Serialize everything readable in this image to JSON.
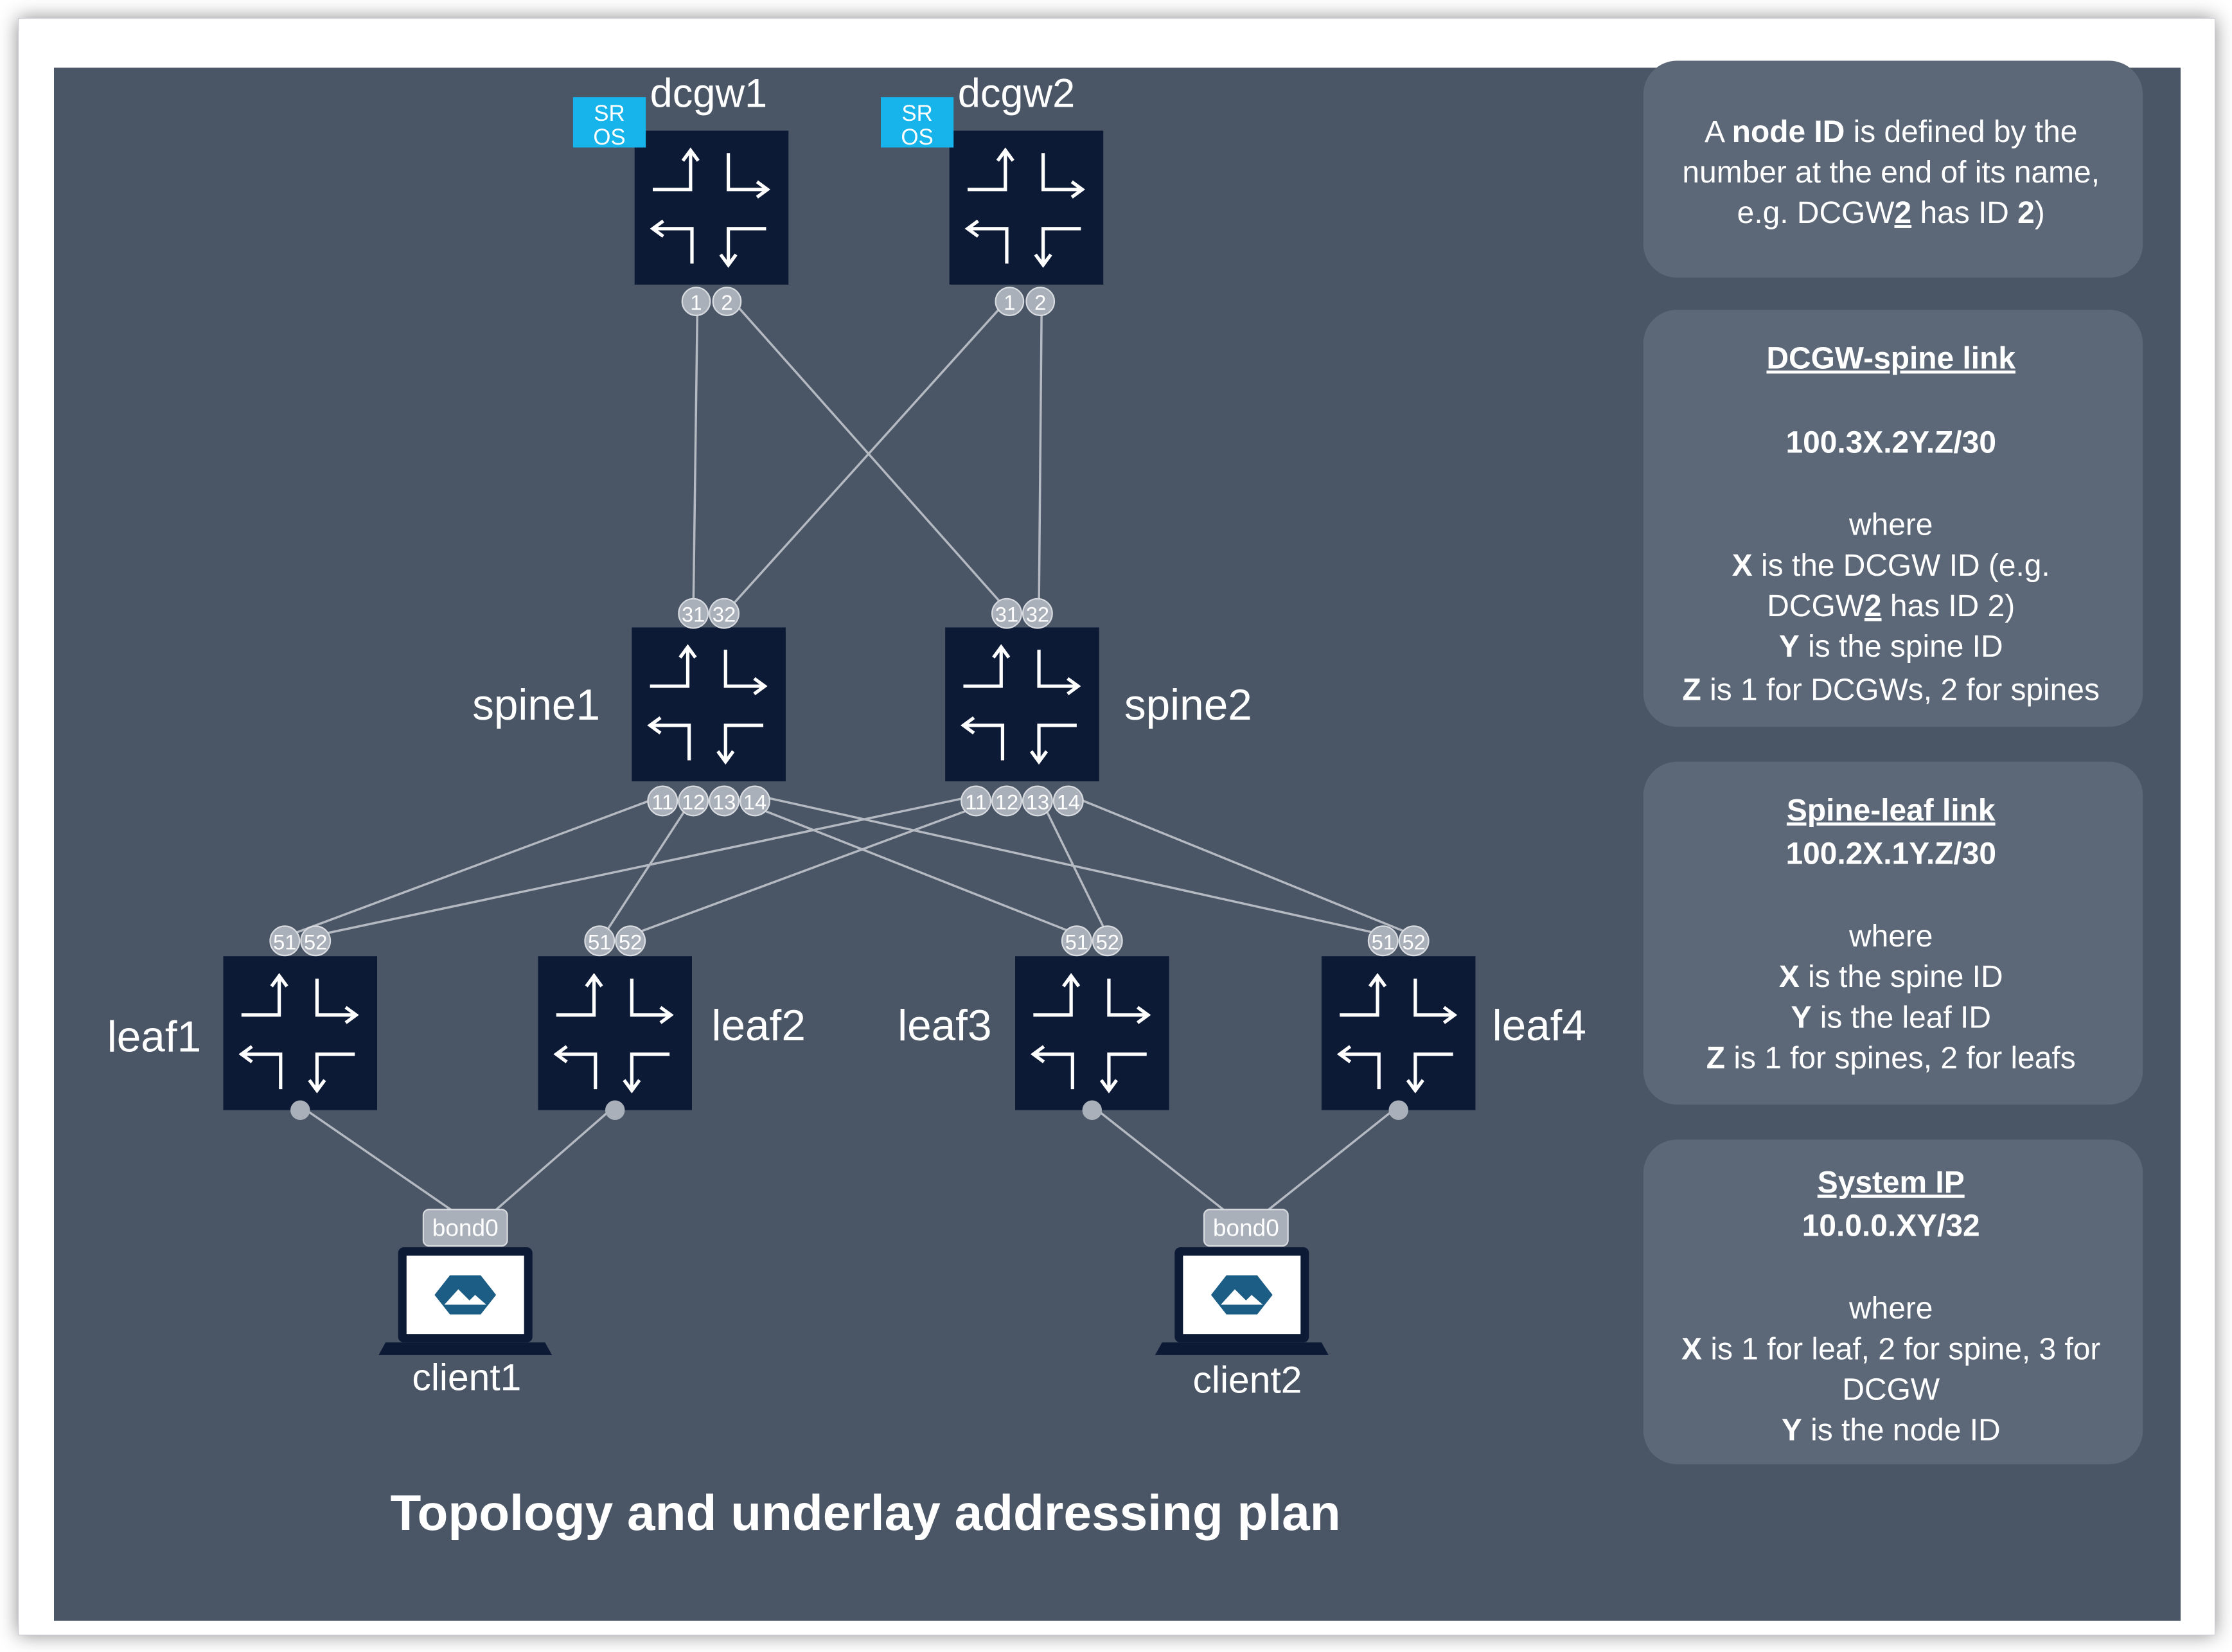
{
  "colors": {
    "background": "#4a5666",
    "node": "#0d1a36",
    "link": "#b4b9c2",
    "port": "#aab0b9",
    "badge": "#16b4ea",
    "panel": "#5c6877",
    "text": "#ffffff"
  },
  "title": "Topology and underlay addressing plan",
  "icons": {
    "router": "router-arrows-icon",
    "client": "laptop-icon",
    "os_badge": "sr-os-badge"
  },
  "nodes": {
    "dcgw1": {
      "name": "dcgw1",
      "badge_line1": "SR",
      "badge_line2": "OS",
      "ports": [
        "1",
        "2"
      ]
    },
    "dcgw2": {
      "name": "dcgw2",
      "badge_line1": "SR",
      "badge_line2": "OS",
      "ports": [
        "1",
        "2"
      ]
    },
    "spine1": {
      "name": "spine1",
      "up_ports": [
        "31",
        "32"
      ],
      "down_ports": [
        "11",
        "12",
        "13",
        "14"
      ]
    },
    "spine2": {
      "name": "spine2",
      "up_ports": [
        "31",
        "32"
      ],
      "down_ports": [
        "11",
        "12",
        "13",
        "14"
      ]
    },
    "leaf1": {
      "name": "leaf1",
      "ports": [
        "51",
        "52"
      ]
    },
    "leaf2": {
      "name": "leaf2",
      "ports": [
        "51",
        "52"
      ]
    },
    "leaf3": {
      "name": "leaf3",
      "ports": [
        "51",
        "52"
      ]
    },
    "leaf4": {
      "name": "leaf4",
      "ports": [
        "51",
        "52"
      ]
    },
    "client1": {
      "name": "client1",
      "bond": "bond0"
    },
    "client2": {
      "name": "client2",
      "bond": "bond0"
    }
  },
  "panels": {
    "node_id": {
      "l1_a": "A ",
      "l1_b": "node ID",
      "l1_c": " is defined by the",
      "l2": "number at the end of its name,",
      "l3_a": "e.g. DCGW",
      "l3_b": "2",
      "l3_c": " has ID ",
      "l3_d": "2",
      "l3_e": ")"
    },
    "dcgw_spine": {
      "heading": "DCGW-spine link",
      "subnet": "100.3X.2Y.Z/30",
      "where": "where",
      "x_var": "X",
      "x_text": " is the DCGW ID  (e.g.",
      "x2_a": "DCGW",
      "x2_b": "2",
      "x2_c": " has ID 2)",
      "y_var": "Y",
      "y_text": " is the spine ID",
      "z_var": "Z",
      "z_text": " is 1 for DCGWs, 2 for spines"
    },
    "spine_leaf": {
      "heading": "Spine-leaf link",
      "subnet": "100.2X.1Y.Z/30",
      "where": "where",
      "x_var": "X",
      "x_text": " is the spine ID",
      "y_var": "Y",
      "y_text": " is the leaf ID",
      "z_var": "Z",
      "z_text": " is 1 for spines, 2 for leafs"
    },
    "system_ip": {
      "heading": "System IP",
      "subnet": "10.0.0.XY/32",
      "where": "where",
      "x_var": "X",
      "x_text": " is 1 for leaf, 2 for spine, 3 for",
      "x2": "DCGW",
      "y_var": "Y",
      "y_text": " is the node ID"
    }
  }
}
